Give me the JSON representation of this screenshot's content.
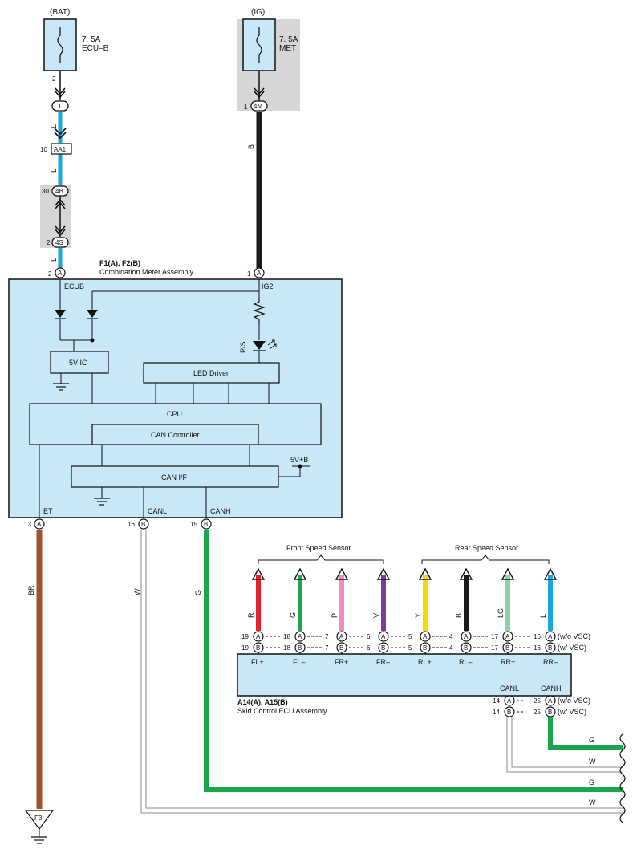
{
  "fuses": {
    "bat": {
      "source": "(BAT)",
      "rating": "7. 5A",
      "name": "ECU–B",
      "pin": "2"
    },
    "ig": {
      "source": "(IG)",
      "rating": "7. 5A",
      "name": "MET"
    }
  },
  "connectors": {
    "c1": {
      "label": "1"
    },
    "aa1_pin": "10",
    "aa1": "AA1",
    "c4b_pin": "30",
    "c4b": "4B",
    "c4s_pin": "2",
    "c4s": "4S",
    "c4m_pin": "1",
    "c4m": "4M"
  },
  "wire_colors": {
    "bat_wire": "L",
    "ig_wire": "B",
    "et_wire": "BR",
    "canl_wire": "W",
    "canh_wire": "G"
  },
  "meter": {
    "id": "F1(A), F2(B)",
    "name": "Combination Meter Assembly",
    "pin_ecub_num": "2",
    "pin_ecub_conn": "A",
    "ecub": "ECUB",
    "pin_ig2_num": "1",
    "pin_ig2_conn": "A",
    "ig2": "IG2",
    "ps": "P/S",
    "ic": "5V IC",
    "led_driver": "LED Driver",
    "cpu": "CPU",
    "can_controller": "CAN Controller",
    "can_if": "CAN I/F",
    "v5b": "5V+B",
    "et": "ET",
    "canl": "CANL",
    "canh": "CANH",
    "pin_et_num": "13",
    "pin_et_conn": "A",
    "pin_canl_num": "16",
    "pin_canl_conn": "B",
    "pin_canh_num": "15",
    "pin_canh_conn": "B"
  },
  "ground": {
    "label": "F3"
  },
  "sensors": {
    "front": "Front Speed Sensor",
    "rear": "Rear Speed Sensor",
    "wires": [
      {
        "color_code": "R",
        "hex": "#e8202a",
        "pin_a": "19",
        "pin_b": "19",
        "terminal": "FL+"
      },
      {
        "color_code": "G",
        "hex": "#1aa64a",
        "pin_a": "18",
        "pin_b": "18",
        "terminal": "FL–"
      },
      {
        "color_code": "P",
        "hex": "#f08cc0",
        "pin_a": "7",
        "pin_b": "7",
        "terminal": "FR+"
      },
      {
        "color_code": "V",
        "hex": "#7a3aa8",
        "pin_a": "6",
        "pin_b": "6",
        "terminal": "FR–"
      },
      {
        "color_code": "Y",
        "hex": "#f5dc00",
        "pin_a": "5",
        "pin_b": "5",
        "terminal": "RL+"
      },
      {
        "color_code": "B",
        "hex": "#1a1a1a",
        "pin_a": "4",
        "pin_b": "4",
        "terminal": "RL–"
      },
      {
        "color_code": "LG",
        "hex": "#8fd0a8",
        "pin_a": "17",
        "pin_b": "17",
        "terminal": "RR+"
      },
      {
        "color_code": "L",
        "hex": "#16a7e0",
        "pin_a": "16",
        "pin_b": "16",
        "terminal": "RR–"
      }
    ],
    "conn_a": "A",
    "conn_b": "B",
    "without_vsc": "(w/o VSC)",
    "with_vsc": "(w/ VSC)"
  },
  "skid_ecu": {
    "id": "A14(A), A15(B)",
    "name": "Skid Control ECU Assembly",
    "canl": "CANL",
    "canh": "CANH",
    "canl_pin_a": "14",
    "canl_pin_b": "14",
    "canh_pin_a": "25",
    "canh_pin_b": "25",
    "w_label": "W",
    "g_label": "G"
  },
  "bus_labels": {
    "g": "G",
    "w": "W"
  },
  "colors": {
    "light_blue": "#c8e8f8",
    "gray_box": "#d6d6d6",
    "wire_blue": "#16a7e0",
    "wire_black": "#1a1a1a",
    "wire_brown": "#a0522d",
    "wire_green": "#1aa64a"
  }
}
